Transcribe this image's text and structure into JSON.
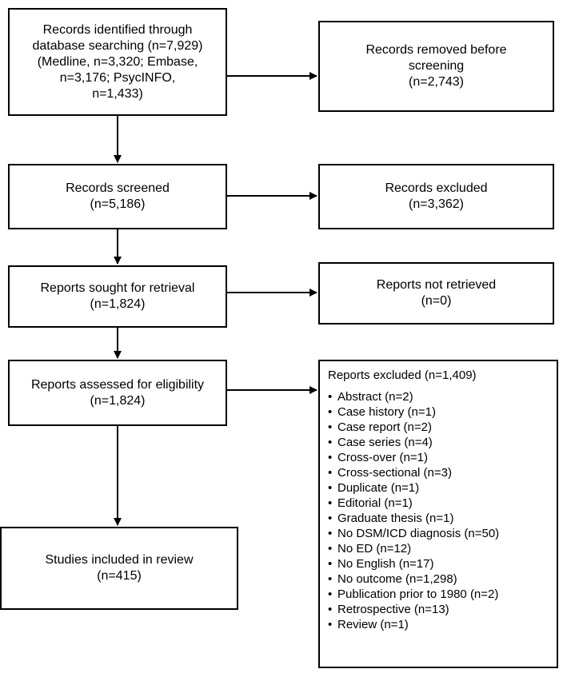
{
  "identification": {
    "line1": "Records identified through",
    "line2": "database searching (n=7,929)",
    "line3": "(Medline, n=3,320; Embase,",
    "line4": "n=3,176; PsycINFO,",
    "line5": "n=1,433)"
  },
  "removed": {
    "line1": "Records removed before",
    "line2": "screening",
    "line3": "(n=2,743)"
  },
  "screened": {
    "line1": "Records screened",
    "line2": "(n=5,186)"
  },
  "excluded_records": {
    "line1": "Records excluded",
    "line2": "(n=3,362)"
  },
  "sought": {
    "line1": "Reports sought for retrieval",
    "line2": "(n=1,824)"
  },
  "not_retrieved": {
    "line1": "Reports not retrieved",
    "line2": "(n=0)"
  },
  "assessed": {
    "line1": "Reports assessed for eligibility",
    "line2": "(n=1,824)"
  },
  "included": {
    "line1": "Studies included in review",
    "line2": "(n=415)"
  },
  "reports_excluded": {
    "title": "Reports excluded (n=1,409)",
    "items": [
      "Abstract (n=2)",
      "Case history (n=1)",
      "Case report (n=2)",
      "Case series (n=4)",
      "Cross-over (n=1)",
      "Cross-sectional (n=3)",
      "Duplicate (n=1)",
      "Editorial (n=1)",
      "Graduate thesis (n=1)",
      "No DSM/ICD diagnosis (n=50)",
      "No ED (n=12)",
      "No English (n=17)",
      "No outcome (n=1,298)",
      "Publication prior to 1980 (n=2)",
      "Retrospective (n=13)",
      "Review (n=1)"
    ]
  }
}
